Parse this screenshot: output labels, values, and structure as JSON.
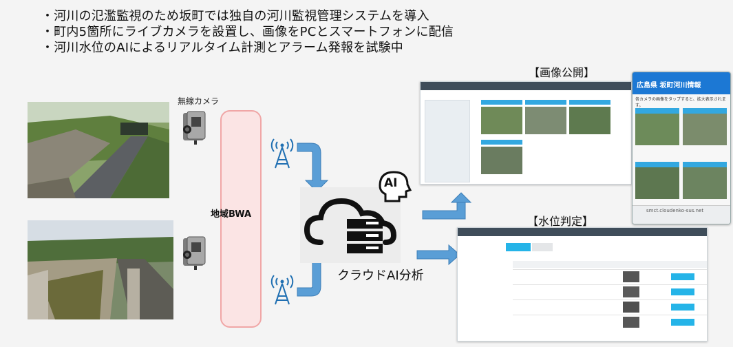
{
  "bullets": [
    "・河川の氾濫監視のため坂町では独自の河川監視管理システムを導入",
    "・町内5箇所にライブカメラを設置し、画像をPCとスマートフォンに配信",
    "・河川水位のAIによるリアルタイム計測とアラーム発報を試験中"
  ],
  "labels": {
    "wireless_camera": "無線カメラ",
    "regional_bwa": "地域BWA",
    "cloud_ai": "クラウドAI分析",
    "ai_badge": "AI",
    "image_publish": "【画像公開】",
    "water_level": "【水位判定】"
  },
  "phone": {
    "title": "広島県 坂町河川情報",
    "description": "各カメラの画像をタップすると、拡大表示されます。",
    "url": "smct.cloudenko-sus.net"
  },
  "colors": {
    "arrow": "#5a9ed6",
    "bwa_fill": "#fbe4e4",
    "bwa_border": "#f0a6a6",
    "phone_header": "#1c78d4",
    "accent_button": "#25b4e8",
    "screen_header": "#3f4d5a"
  }
}
